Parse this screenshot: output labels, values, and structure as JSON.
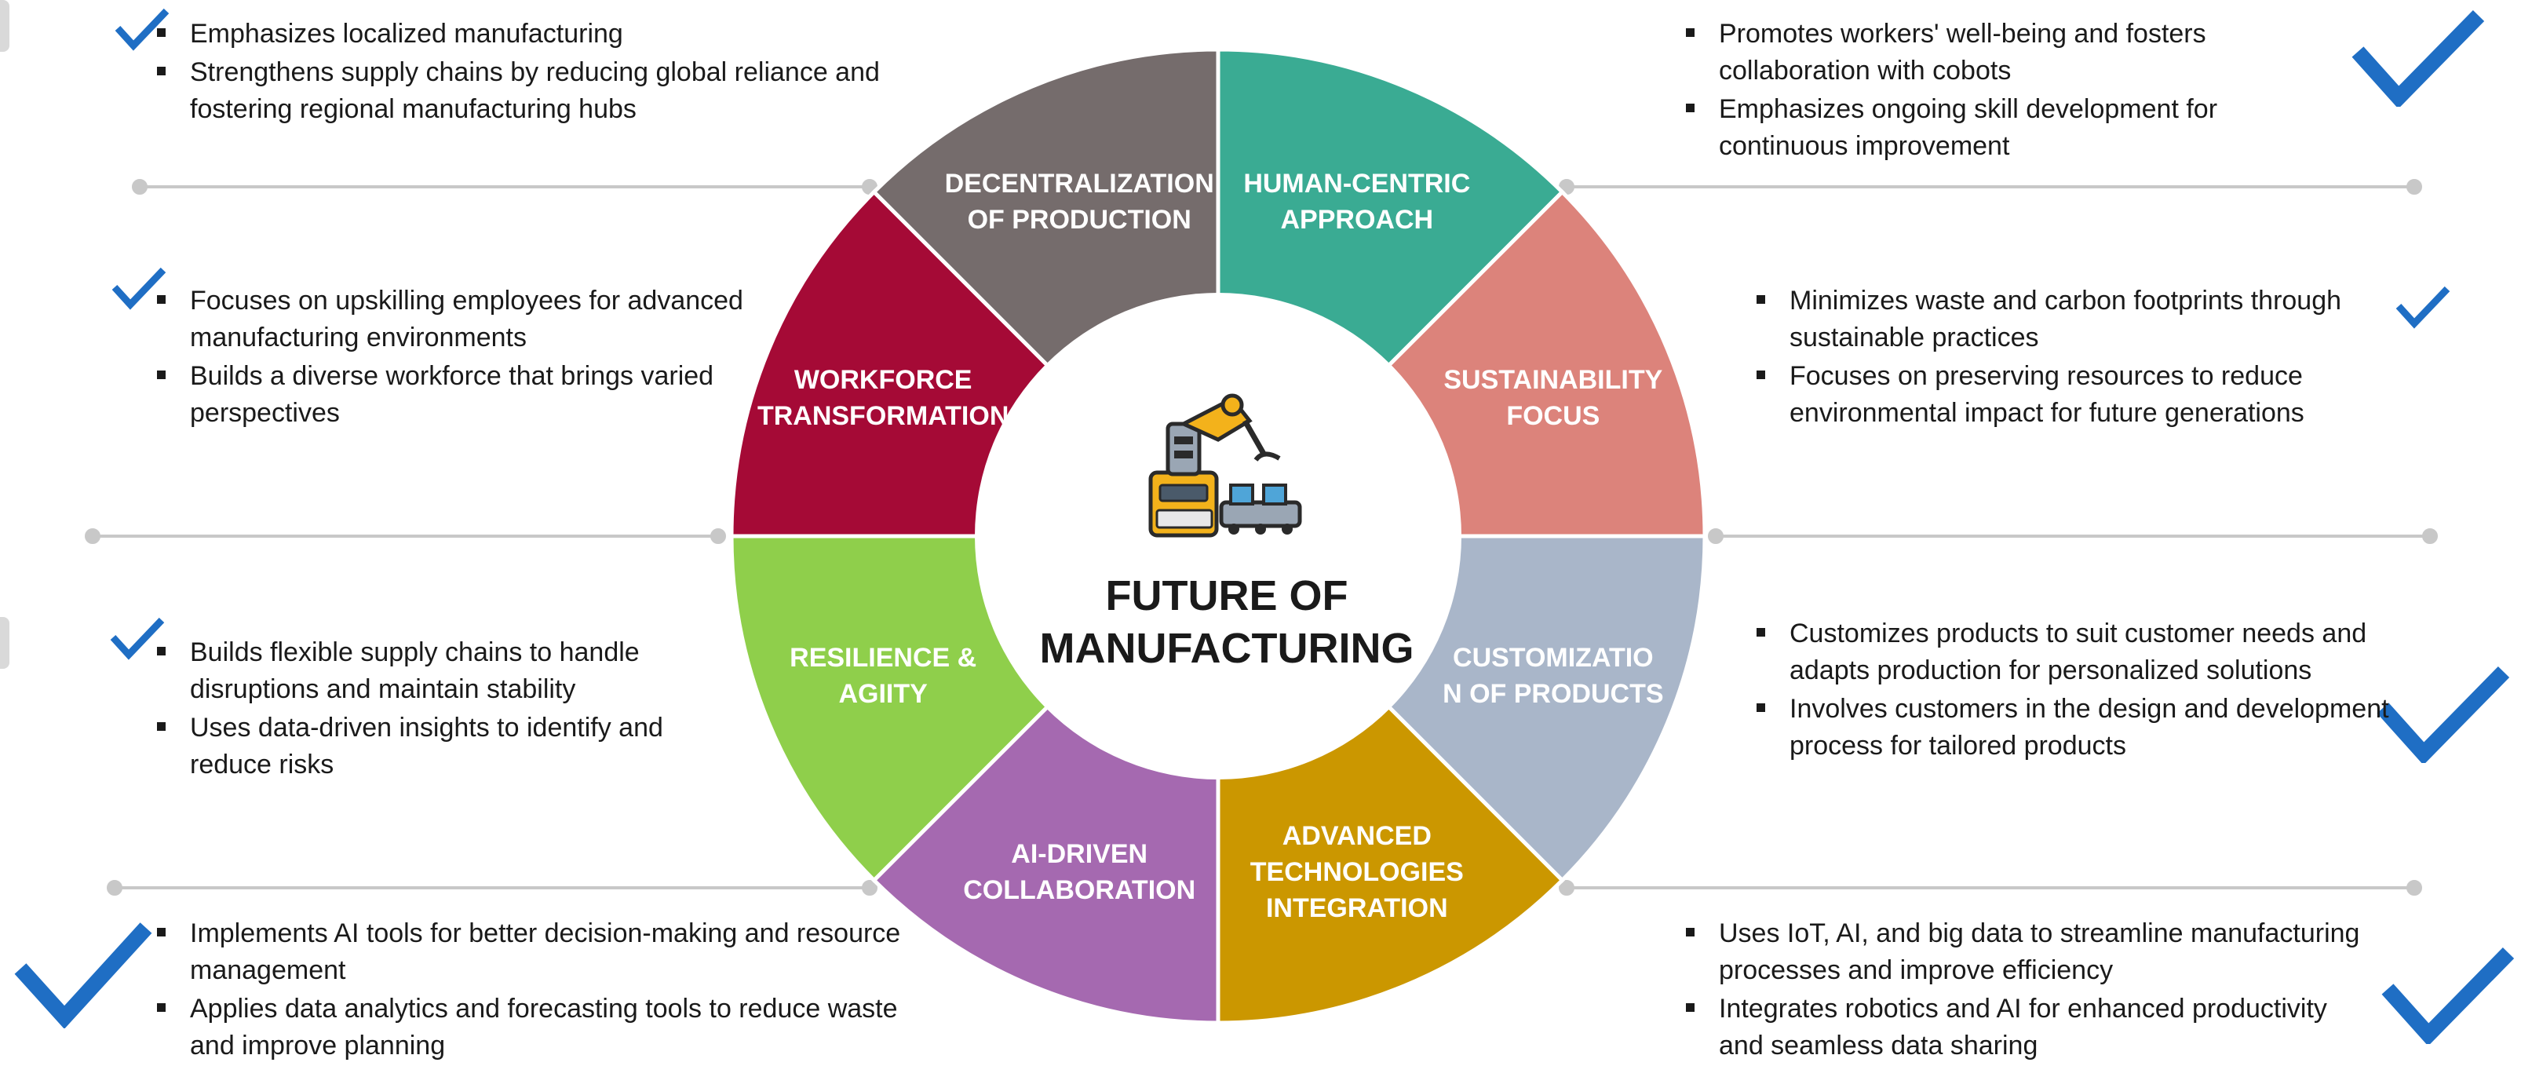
{
  "center": {
    "title_line1": "FUTURE OF",
    "title_line2": "MANUFACTURING",
    "icon": "robotic-arm-icon"
  },
  "segments": [
    {
      "id": "decentralization",
      "line1": "DECENTRALIZATION",
      "line2": "OF PRODUCTION",
      "line3": "",
      "color": "#756c6c"
    },
    {
      "id": "human-centric",
      "line1": "HUMAN-CENTRIC",
      "line2": "APPROACH",
      "line3": "",
      "color": "#3aab93"
    },
    {
      "id": "sustainability",
      "line1": "SUSTAINABILITY",
      "line2": "FOCUS",
      "line3": "",
      "color": "#dc837b"
    },
    {
      "id": "customization",
      "line1": "CUSTOMIZATIO",
      "line2": "N OF PRODUCTS",
      "line3": "",
      "color": "#a9b6c9"
    },
    {
      "id": "advanced-tech",
      "line1": "ADVANCED",
      "line2": "TECHNOLOGIES",
      "line3": "INTEGRATION",
      "color": "#cb9700"
    },
    {
      "id": "ai-collab",
      "line1": "AI-DRIVEN",
      "line2": "COLLABORATION",
      "line3": "",
      "color": "#a569b0"
    },
    {
      "id": "resilience",
      "line1": "RESILIENCE &",
      "line2": "AGIITY",
      "line3": "",
      "color": "#8fcf4b"
    },
    {
      "id": "workforce",
      "line1": "WORKFORCE",
      "line2": "TRANSFORMATION",
      "line3": "",
      "color": "#a50a36"
    }
  ],
  "blocks": {
    "decentralization": [
      "Emphasizes localized manufacturing",
      "Strengthens supply chains by reducing global reliance and fostering regional manufacturing hubs"
    ],
    "human_centric": [
      "Promotes workers' well-being and fosters collaboration with cobots",
      "Emphasizes ongoing skill development for continuous improvement"
    ],
    "workforce": [
      "Focuses on upskilling employees for advanced manufacturing environments",
      "Builds a diverse workforce that brings varied perspectives"
    ],
    "sustainability": [
      "Minimizes waste and carbon footprints through sustainable practices",
      "Focuses on preserving resources to reduce environmental impact for future generations"
    ],
    "resilience": [
      "Builds flexible supply chains to handle disruptions and maintain stability",
      "Uses data-driven insights to identify and reduce risks"
    ],
    "customization": [
      "Customizes products to suit customer needs and adapts production for personalized solutions",
      "Involves customers in the design and development process for tailored products"
    ],
    "ai_collab": [
      "Implements AI tools for better decision-making and resource management",
      "Applies data analytics and forecasting tools to reduce waste and improve planning"
    ],
    "advanced_tech": [
      "Uses IoT, AI, and big data to streamline manufacturing processes and improve efficiency",
      "Integrates robotics and AI for enhanced productivity and seamless data sharing"
    ]
  },
  "colors": {
    "check": "#1f6ec4",
    "connector": "#c8c8c8"
  }
}
